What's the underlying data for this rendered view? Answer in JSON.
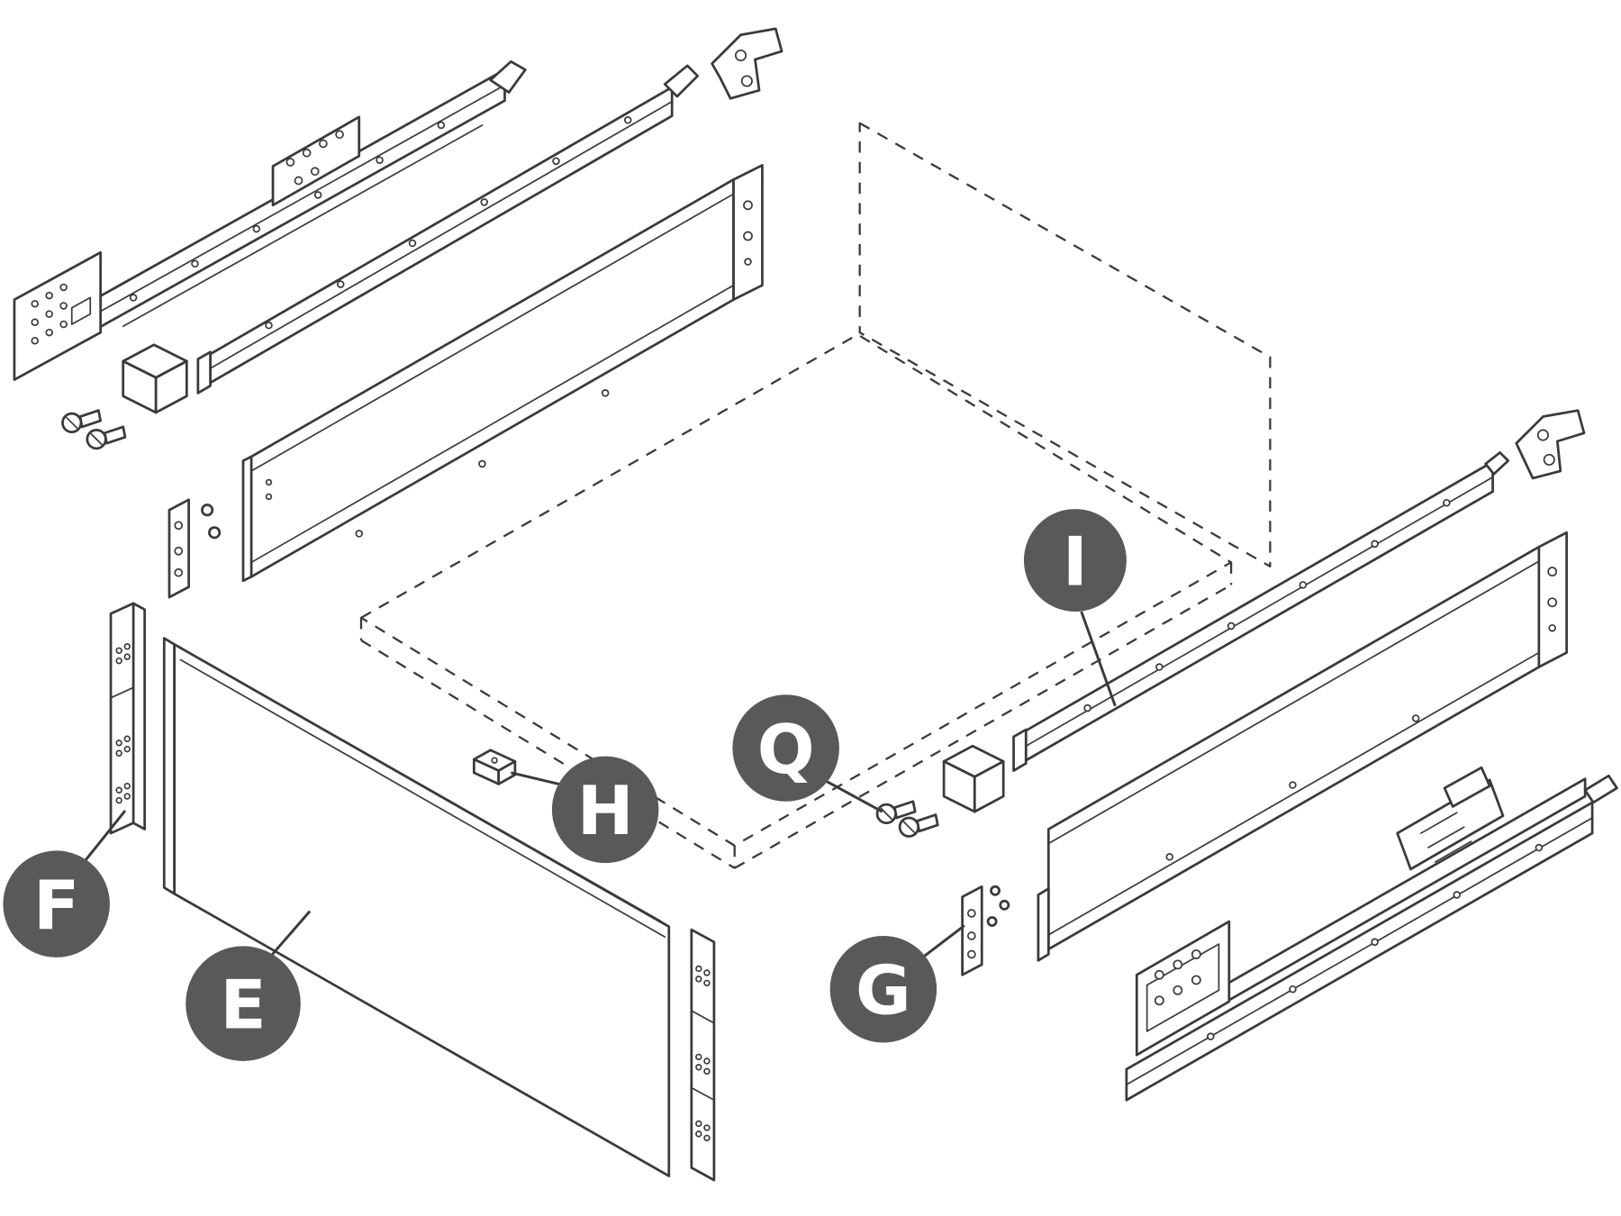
{
  "diagram": {
    "type": "exploded-assembly",
    "subject": "Drawer system exploded isometric view with lettered part callouts",
    "colors": {
      "background": "#ffffff",
      "line": "#3a3a3a",
      "badge": "#595959",
      "badge_text": "#ffffff"
    },
    "labels": [
      {
        "letter": "F",
        "target": "front-fixing-strip-left"
      },
      {
        "letter": "E",
        "target": "front-panel"
      },
      {
        "letter": "H",
        "target": "cover-cap"
      },
      {
        "letter": "Q",
        "target": "fixing-screws-right"
      },
      {
        "letter": "I",
        "target": "drawer-rail-right"
      },
      {
        "letter": "G",
        "target": "fixing-bracket-right"
      }
    ]
  }
}
